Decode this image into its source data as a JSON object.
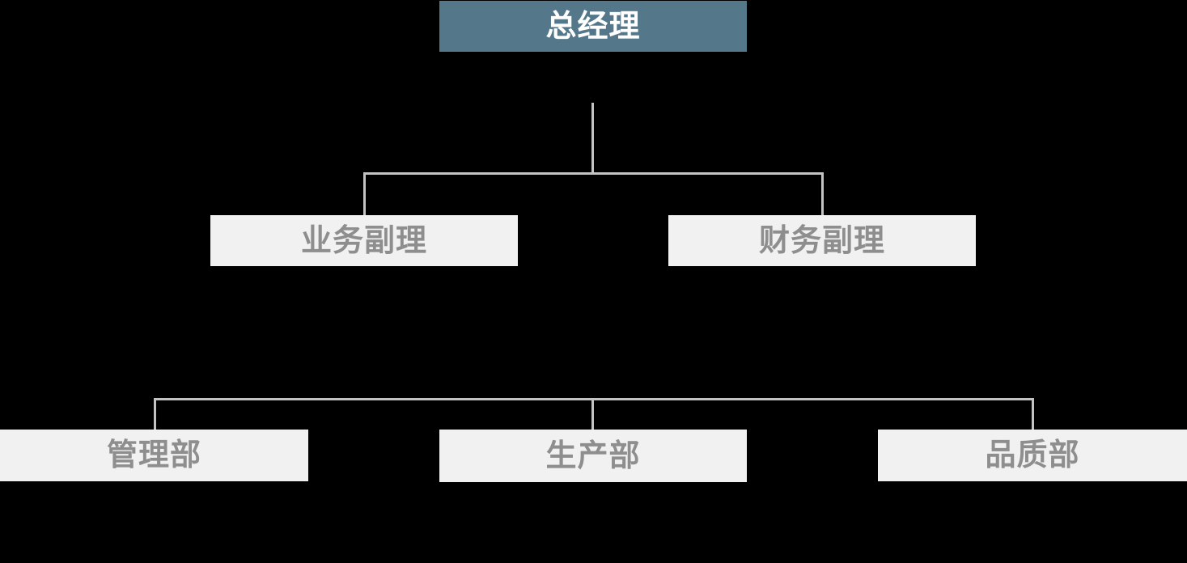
{
  "org_chart": {
    "type": "organizational-chart",
    "root": {
      "label": "总经理"
    },
    "level2": [
      {
        "label": "业务副理"
      },
      {
        "label": "财务副理"
      }
    ],
    "level3": [
      {
        "label": "管理部"
      },
      {
        "label": "生产部"
      },
      {
        "label": "品质部"
      }
    ]
  },
  "colors": {
    "background": "#000000",
    "root_box_bg": "#54788A",
    "root_box_text": "#FFFFFF",
    "node_box_bg": "#F1F1F1",
    "node_box_text": "#8E8E8E",
    "connector_line": "#C3C3C3"
  }
}
